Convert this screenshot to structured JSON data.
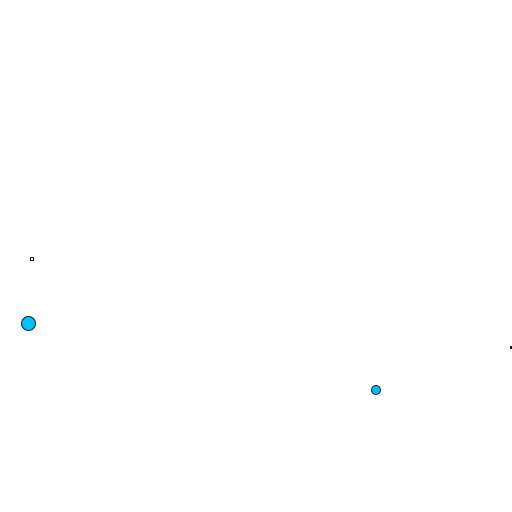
{
  "canvas": {
    "background": "#ffffff"
  },
  "targets": [
    {
      "id": "large",
      "shape": "circle",
      "fill": "#00bfff",
      "stroke": "#1a1a1a"
    },
    {
      "id": "medium",
      "shape": "circle",
      "fill": "#00bfff",
      "stroke": "#1a1a1a"
    }
  ],
  "markers": [
    {
      "id": "left",
      "shape": "square"
    },
    {
      "id": "right",
      "shape": "dot"
    }
  ]
}
